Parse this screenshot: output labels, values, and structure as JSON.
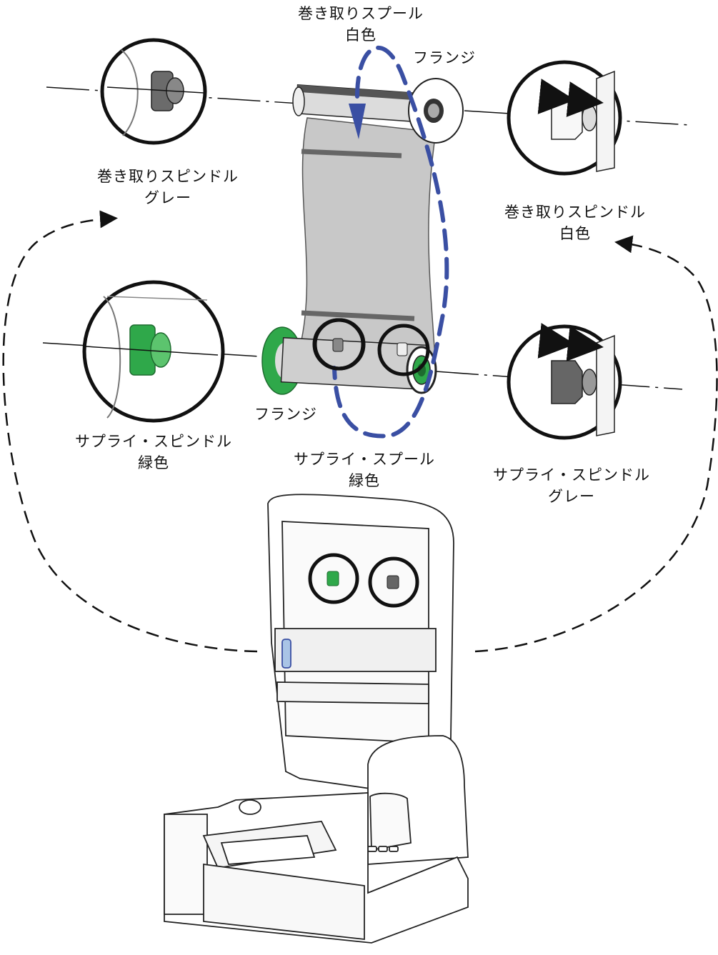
{
  "labels": {
    "takeup_spool": {
      "line1": "巻き取りスプール",
      "line2": "白色"
    },
    "flange_top": "フランジ",
    "takeup_spindle_gray": {
      "line1": "巻き取りスピンドル",
      "line2": "グレー"
    },
    "takeup_spindle_white": {
      "line1": "巻き取りスピンドル",
      "line2": "白色"
    },
    "flange_bottom": "フランジ",
    "supply_spindle_green": {
      "line1": "サプライ・スピンドル",
      "line2": "緑色"
    },
    "supply_spool": {
      "line1": "サプライ・スプール",
      "line2": "緑色"
    },
    "supply_spindle_gray": {
      "line1": "サプライ・スピンドル",
      "line2": "グレー"
    }
  },
  "colors": {
    "rotation_arrow": "#3a4fa3",
    "green_flange": "#2fa84a",
    "ribbon": "#c8c8c8",
    "spindle_gray": "#555555",
    "outline": "#111111"
  },
  "icons": [
    "rotation-arrow",
    "double-arrow",
    "dashed-callout-arrow"
  ]
}
